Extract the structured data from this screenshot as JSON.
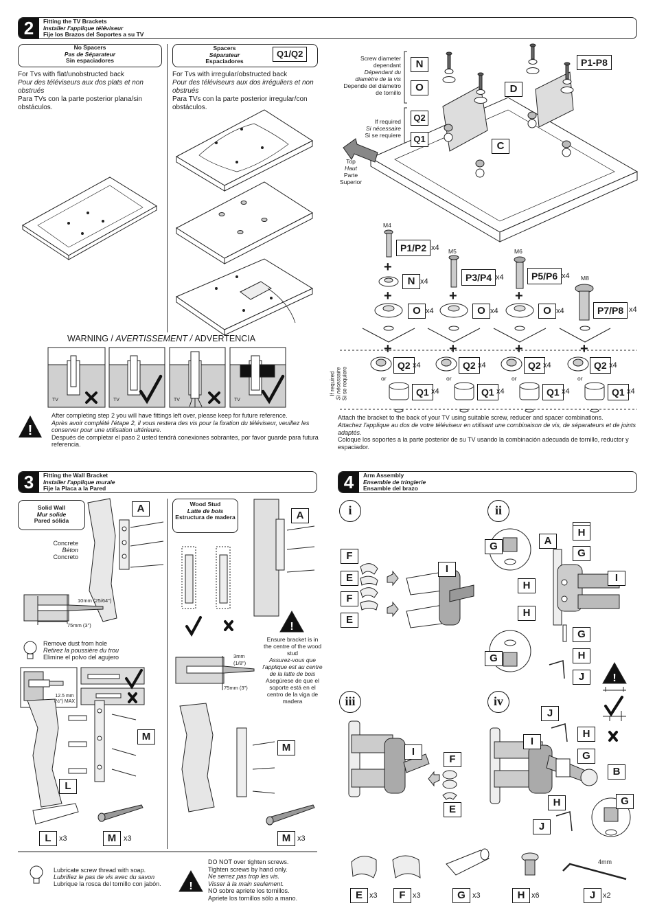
{
  "step2": {
    "num": "2",
    "title_en": "Fitting the TV Brackets",
    "title_fr": "Installer l'applique téléviseur",
    "title_es": "Fije los Brazos del Soportes a su TV",
    "nospacers": {
      "en": "No Spacers",
      "fr": "Pas de Séparateur",
      "es": "Sin espaciadores"
    },
    "spacers": {
      "en": "Spacers",
      "fr": "Séparateur",
      "es": "Espaciadores"
    },
    "q_label": "Q1/Q2",
    "flat_en": "For Tvs with flat/unobstructed back",
    "flat_fr": "Pour des téléviseurs aux dos plats et non obstrués",
    "flat_es": "Para TVs con la parte posterior plana/sin obstáculos.",
    "irr_en": "For Tvs with irregular/obstructed back",
    "irr_fr": "Pour des téléviseurs aux dos irréguliers et non obstrués",
    "irr_es": "Para TVs con la parte posterior irregular/con obstáculos.",
    "screw_en": "Screw diameter dependant",
    "screw_fr": "Dépendant du diamètre de la vis",
    "screw_es": "Depende del diámetro de tornillo",
    "ifreq_en": "If required",
    "ifreq_fr": "Si nécessaire",
    "ifreq_es": "Si se requiere",
    "top_en": "Top",
    "top_fr": "Haut",
    "top_es": "Parte Superior",
    "labels": {
      "N": "N",
      "O": "O",
      "Q2": "Q2",
      "Q1": "Q1",
      "D": "D",
      "C": "C",
      "P": "P1-P8"
    },
    "warning_en": "WARNING / ",
    "warning_fr": "AVERTISSEMENT / ",
    "warning_es": "ADVERTENCIA",
    "tv": "TV",
    "leftover_en": "After completing step 2 you will have fittings left over, please keep for future reference.",
    "leftover_fr": "Après avoir complété l'étape 2, il vous restera des vis pour la fixation du téléviseur, veuillez les conserver pour une utilisation ultérieure.",
    "leftover_es": "Después de completar el paso 2 usted tendrá conexiones sobrantes, por favor guarde para futura referencia.",
    "screws": [
      {
        "size": "M4",
        "p": "P1/P2",
        "qty": "x4"
      },
      {
        "size": "M5",
        "p": "P3/P4",
        "qty": "x4"
      },
      {
        "size": "M6",
        "p": "P5/P6",
        "qty": "x4"
      },
      {
        "size": "M8",
        "p": "P7/P8",
        "qty": "x4"
      }
    ],
    "n_qty": "x4",
    "o_qty": "x4",
    "or": "or",
    "ifreq_vertical_en": "If required",
    "ifreq_vertical_fr": "Si nécessaire",
    "ifreq_vertical_es": "Si se requiere",
    "attach_en": "Attach the bracket to the back of your TV using suitable screw, reducer and spacer combinations.",
    "attach_fr": "Attachez l'applique au dos de votre téléviseur en utilisant une combinaison de vis, de séparateurs et de joints adaptés.",
    "attach_es": "Coloque los soportes a la parte posterior de su TV usando la combinación adecuada de tornillo, reductor y espaciador."
  },
  "step3": {
    "num": "3",
    "title_en": "Fitting the Wall Bracket",
    "title_fr": "Installer l'applique murale",
    "title_es": "Fije la Placa a la Pared",
    "solid": {
      "en": "Solid Wall",
      "fr": "Mur solide",
      "es": "Pared sólida"
    },
    "wood": {
      "en": "Wood Stud",
      "fr": "Latte de bois",
      "es": "Estructura de madera"
    },
    "concrete_en": "Concrete",
    "concrete_fr": "Béton",
    "concrete_es": "Concreto",
    "dim_10": "10mm (25/64\")",
    "dim_75": "75mm (3\")",
    "dim_3": "3mm (1/8\")",
    "dim_125": "12.5 mm (½\") MAX",
    "dust_en": "Remove dust from hole",
    "dust_fr": "Retirez la poussière du trou",
    "dust_es": "Elimine el polvo del agujero",
    "centre_en": "Ensure bracket is in the centre of the wood stud",
    "centre_fr": "Assurez-vous que l'applique est au centre de la latte de bois",
    "centre_es": "Asegúrese de que el soporte está en el centro de la viga de madera",
    "labels": {
      "A": "A",
      "M": "M",
      "L": "L"
    },
    "l_qty": "x3",
    "m_qty": "x3",
    "m2_qty": "x3",
    "soap_en": "Lubricate screw thread with soap.",
    "soap_fr": "Lubrifiez le pas de vis avec du savon",
    "soap_es": "Lubrique la rosca del  tornillo con jabón.",
    "tight_en1": "DO NOT over tighten screws.",
    "tight_en2": "Tighten screws by hand only.",
    "tight_fr1": "Ne serrez pas trop les vis.",
    "tight_fr2": "Visser à la main seulement.",
    "tight_es1": "NO sobre apriete los tornillos.",
    "tight_es2": "Apriete los tornillos sólo a mano."
  },
  "step4": {
    "num": "4",
    "title_en": "Arm Assembly",
    "title_fr": "Ensemble de tringlerie",
    "title_es": "Ensamble del brazo",
    "sub": [
      "i",
      "ii",
      "iii",
      "iv"
    ],
    "labels": {
      "A": "A",
      "B": "B",
      "E": "E",
      "F": "F",
      "G": "G",
      "H": "H",
      "I": "I",
      "J": "J"
    },
    "parts": [
      {
        "id": "E",
        "qty": "x3"
      },
      {
        "id": "F",
        "qty": "x3"
      },
      {
        "id": "G",
        "qty": "x3"
      },
      {
        "id": "H",
        "qty": "x6"
      },
      {
        "id": "J",
        "qty": "x2"
      }
    ],
    "allen": "4mm"
  }
}
